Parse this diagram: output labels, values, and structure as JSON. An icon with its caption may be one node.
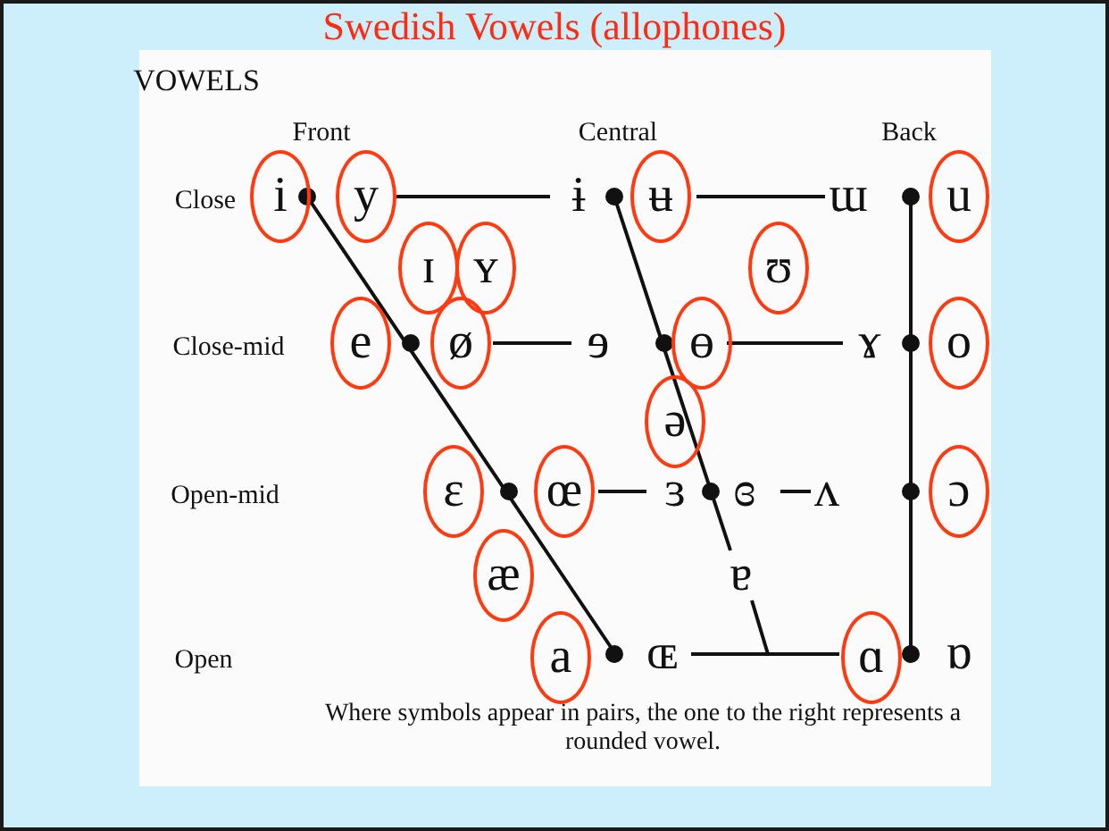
{
  "diagram": {
    "title": "Swedish Vowels (allophones)",
    "nodes": [
      {
        "text": [
          "i"
        ]
      },
      {
        "text": [
          "y"
        ]
      },
      {
        "text": [
          "ʉ"
        ]
      },
      {
        "text": [
          "u"
        ]
      },
      {
        "text": [
          "ɪ"
        ]
      },
      {
        "text": [
          "ʏ"
        ]
      },
      {
        "text": [
          "ʊ"
        ]
      },
      {
        "text": [
          "e"
        ]
      },
      {
        "text": [
          "ø"
        ]
      },
      {
        "text": [
          "ɵ"
        ]
      },
      {
        "text": [
          "o"
        ]
      },
      {
        "text": [
          "ə"
        ]
      },
      {
        "text": [
          "ɛ"
        ]
      },
      {
        "text": [
          "œ"
        ]
      },
      {
        "text": [
          "ɔ"
        ]
      },
      {
        "text": [
          "æ"
        ]
      },
      {
        "text": [
          "a"
        ]
      },
      {
        "text": [
          "ɑ"
        ]
      }
    ],
    "labels": [
      "VOWELS",
      "Front",
      "Central",
      "Back",
      "Close",
      "ɨ",
      "ɯ",
      "Close-mid",
      "ɘ",
      "ɤ",
      "Open-mid",
      "ɜ",
      "ɞ",
      "ʌ",
      "ɐ",
      "Open",
      "ɶ",
      "ɒ",
      "Where symbols appear in pairs, the one to the right represents a rounded vowel."
    ]
  }
}
